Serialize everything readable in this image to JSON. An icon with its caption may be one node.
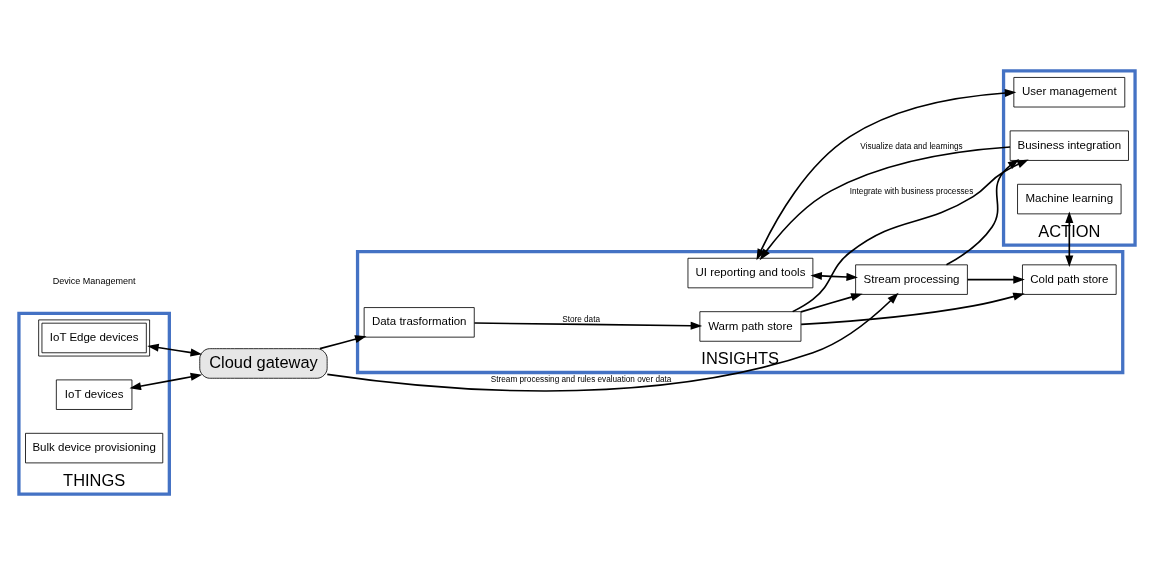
{
  "diagram": {
    "nodes": [
      {
        "text": [
          "THINGS"
        ]
      },
      {
        "text": [
          "INSIGHTS"
        ]
      },
      {
        "text": [
          "ACTION"
        ]
      },
      {
        "text": [
          "IoT Edge devices"
        ],
        "in": 0
      },
      {
        "text": [
          "IoT devices"
        ],
        "in": 0
      },
      {
        "text": [
          "Bulk device provisioning"
        ],
        "in": 0
      },
      {
        "text": [
          "Cloud gateway"
        ]
      },
      {
        "text": [
          "UI reporting and tools"
        ],
        "in": 1
      },
      {
        "text": [
          "Stream processing"
        ],
        "in": 1
      },
      {
        "text": [
          "Data trasformation"
        ],
        "in": 1
      },
      {
        "text": [
          "Warm path store"
        ],
        "in": 1
      },
      {
        "text": [
          "Cold path store"
        ],
        "in": 1
      },
      {
        "text": [
          "User management"
        ],
        "in": 2
      },
      {
        "text": [
          "Business integration"
        ],
        "in": 2
      },
      {
        "text": [
          "Machine learning"
        ],
        "in": 2
      }
    ],
    "edges": [
      {
        "from": 3,
        "to": 6,
        "arrow": "both"
      },
      {
        "from": 4,
        "to": 6,
        "arrow": "both"
      },
      {
        "from": 6,
        "to": 8,
        "arrow": "to",
        "label": "Stream processing and rules evaluation over data"
      },
      {
        "from": 6,
        "to": 9,
        "arrow": "to"
      },
      {
        "from": 9,
        "to": 10,
        "arrow": "to",
        "label": "Store data"
      },
      {
        "from": 10,
        "to": 8,
        "arrow": "to"
      },
      {
        "from": 8,
        "to": 11,
        "arrow": "to"
      },
      {
        "from": 10,
        "to": 11,
        "arrow": "to"
      },
      {
        "from": 11,
        "to": 14,
        "arrow": "both"
      },
      {
        "from": 7,
        "to": 12,
        "arrow": "both"
      },
      {
        "from": 7,
        "to": 8,
        "arrow": "both"
      },
      {
        "from": 8,
        "to": 13,
        "arrow": "to"
      },
      {
        "from": 13,
        "to": 7,
        "arrow": "to",
        "label": "Visualize data and learnings"
      },
      {
        "from": 10,
        "to": 13,
        "arrow": "to",
        "label": "Integrate with business processes"
      }
    ],
    "labels": [
      "Device Management"
    ]
  }
}
